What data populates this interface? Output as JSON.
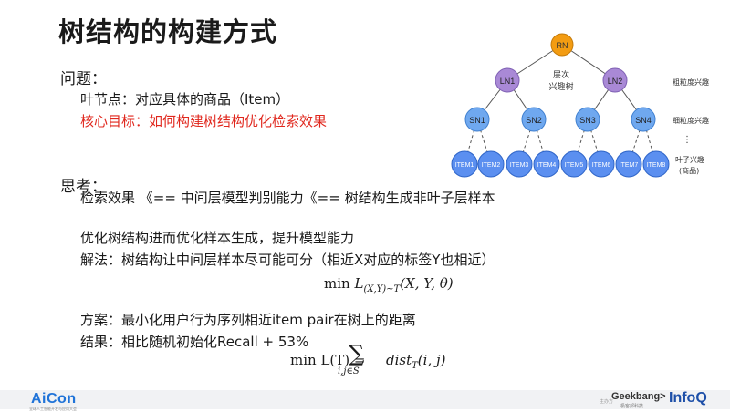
{
  "title": "树结构的构建方式",
  "question": {
    "heading": "问题：",
    "leaf": "叶节点：对应具体的商品（Item）",
    "goal": "核心目标：如何构建树结构优化检索效果"
  },
  "thinking": {
    "heading": "思考：",
    "line1": "检索效果 《== 中间层模型判别能力《== 树结构生成非叶子层样本",
    "line2": "优化树结构进而优化样本生成，提升模型能力",
    "line3": "解法：树结构让中间层样本尽可能可分（相近X对应的标签Y也相近）",
    "line4": "方案：最小化用户行为序列相近item pair在树上的距离",
    "line5": "结果：相比随机初始化Recall + 53%"
  },
  "formula1": {
    "min": "min",
    "L": "L",
    "sub": "(X,Y)∼T",
    "args": "(X, Y, θ)"
  },
  "formula2": {
    "lhs": "min L(T) =",
    "sum": "∑",
    "sub": "i,j∈S",
    "body": "dist",
    "body_sub": "T",
    "args": "(i, j)"
  },
  "tree": {
    "root": "RN",
    "mid": [
      "LN1",
      "LN2"
    ],
    "sub": [
      "SN1",
      "SN2",
      "SN3",
      "SN4"
    ],
    "items": [
      "ITEM1",
      "ITEM2",
      "ITEM3",
      "ITEM4",
      "ITEM5",
      "ITEM6",
      "ITEM7",
      "ITEM8"
    ],
    "hier_label_1": "层次",
    "hier_label_2": "兴趣树",
    "legend": {
      "coarse": "粗粒度兴趣",
      "fine": "细粒度兴趣",
      "dots": "⋮",
      "leaf": "叶子兴趣",
      "leaf_sub": "(商品)"
    },
    "colors": {
      "root": "#f39c12",
      "mid": "#a989d6",
      "node": "#6fa8ef",
      "item": "#5b8ff0"
    }
  },
  "footer": {
    "brand": "AiCon",
    "brand_sub": "全球人工智能开发与应用大会",
    "partner": "主办方",
    "geek": "Geekbang>",
    "geek_sub": "极客邦科技",
    "infoq": "InfoQ"
  }
}
